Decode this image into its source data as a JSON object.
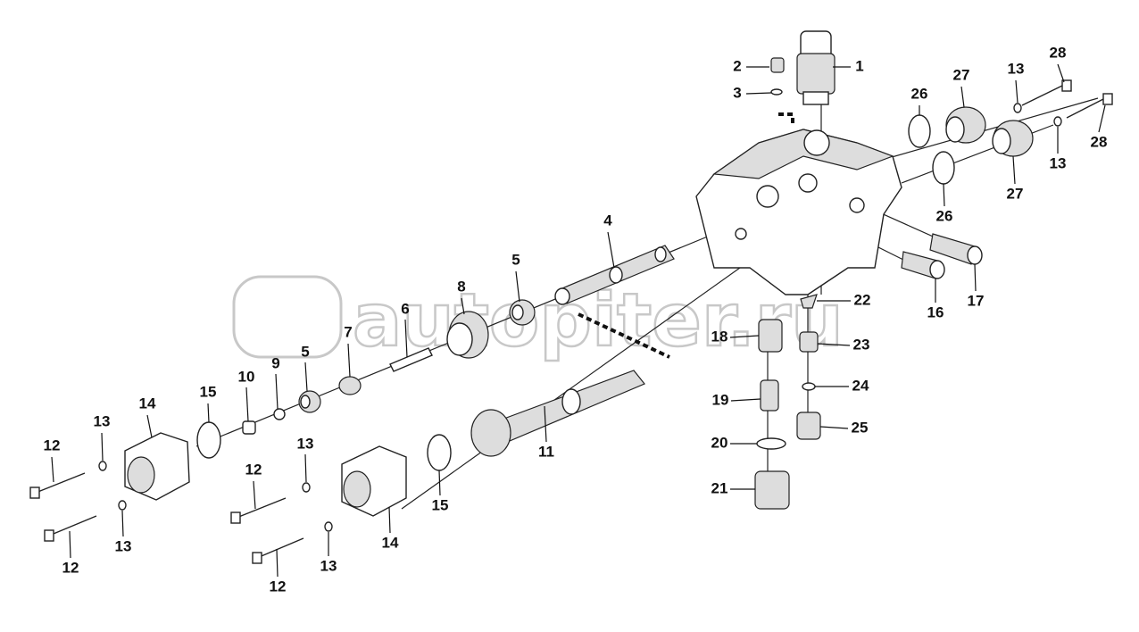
{
  "watermark": {
    "text": "autopiter.ru"
  },
  "callouts": {
    "p1": "1",
    "p2": "2",
    "p3": "3",
    "p4": "4",
    "p5a": "5",
    "p5b": "5",
    "p6": "6",
    "p7": "7",
    "p8": "8",
    "p9": "9",
    "p10": "10",
    "p11": "11",
    "p12a": "12",
    "p12b": "12",
    "p12c": "12",
    "p12d": "12",
    "p13a": "13",
    "p13b": "13",
    "p13c": "13",
    "p13d": "13",
    "p13e": "13",
    "p13f": "13",
    "p14a": "14",
    "p14b": "14",
    "p15a": "15",
    "p15b": "15",
    "p16": "16",
    "p17": "17",
    "p18": "18",
    "p19": "19",
    "p20": "20",
    "p21": "21",
    "p22": "22",
    "p23": "23",
    "p24": "24",
    "p25": "25",
    "p26a": "26",
    "p26b": "26",
    "p27a": "27",
    "p27b": "27",
    "p28a": "28",
    "p28b": "28"
  }
}
